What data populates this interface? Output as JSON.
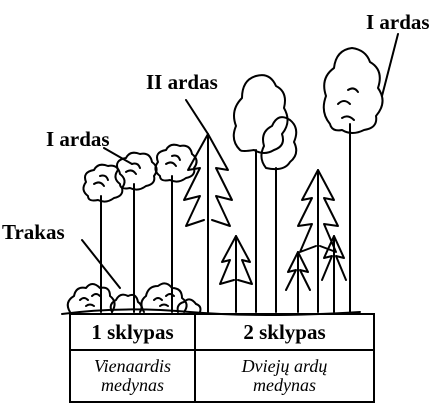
{
  "labels": {
    "trakas": "Trakas",
    "i_ardas_left": "I ardas",
    "ii_ardas": "II ardas",
    "i_ardas_right": "I ardas"
  },
  "table": {
    "plot1": {
      "header": "1 sklypas",
      "desc_line1": "Vienaardis",
      "desc_line2": "medynas"
    },
    "plot2": {
      "header": "2 sklypas",
      "desc_line1": "Dviejų ardų",
      "desc_line2": "medynas"
    }
  },
  "colors": {
    "ink": "#000000",
    "paper": "#ffffff"
  }
}
